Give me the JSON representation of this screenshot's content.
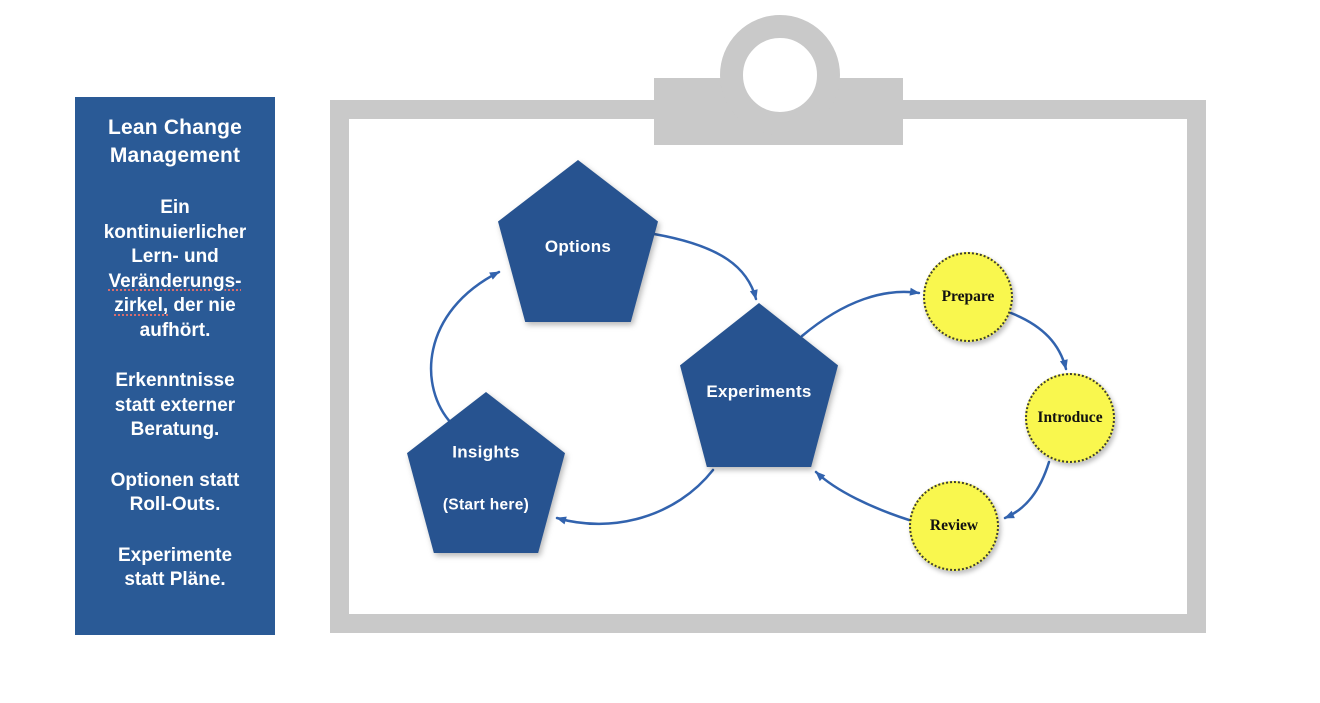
{
  "sidebar": {
    "title": "Lean Change\nManagement",
    "intro": {
      "part1": "Ein\nkontinuierlicher\nLern- und\n",
      "misspelled1": "Veränderungs-",
      "part2": "\n",
      "misspelled2": "zirkel,",
      "part3": " der nie\naufhört."
    },
    "paragraphs": [
      "Erkenntnisse\nstatt externer\nBeratung.",
      "Optionen statt\nRoll-Outs.",
      "Experimente\nstatt Pläne."
    ]
  },
  "diagram": {
    "pentagons": [
      {
        "label": "Options"
      },
      {
        "label": "Experiments"
      },
      {
        "label": "Insights",
        "sublabel": "(Start here)"
      }
    ],
    "circles": [
      {
        "label": "Prepare"
      },
      {
        "label": "Introduce"
      },
      {
        "label": "Review"
      }
    ],
    "flows": [
      {
        "from": "Insights",
        "to": "Options"
      },
      {
        "from": "Options",
        "to": "Experiments"
      },
      {
        "from": "Experiments",
        "to": "Prepare"
      },
      {
        "from": "Prepare",
        "to": "Introduce"
      },
      {
        "from": "Introduce",
        "to": "Review"
      },
      {
        "from": "Review",
        "to": "Experiments"
      },
      {
        "from": "Experiments",
        "to": "Insights"
      }
    ]
  },
  "colors": {
    "sidebar_bg": "#2a5a96",
    "pentagon_fill": "#275390",
    "circle_fill": "#f9f74e",
    "circle_border": "#3f3f2f",
    "arrow": "#3263ae",
    "clipboard_gray": "#c9c9c9",
    "text_on_blue": "#ffffff",
    "text_on_yellow": "#111111",
    "spellcheck_underline": "#d96d6d"
  }
}
